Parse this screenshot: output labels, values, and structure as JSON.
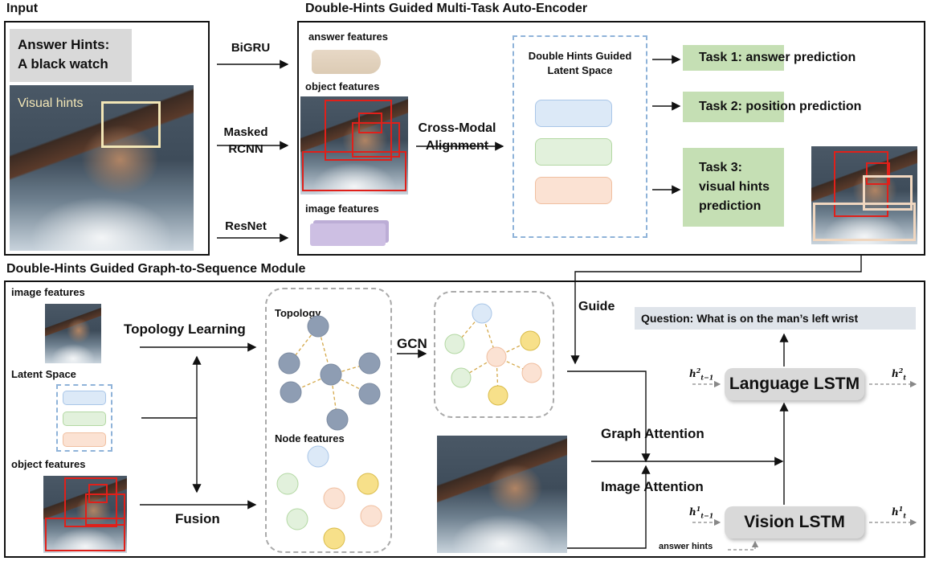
{
  "titles": {
    "input": "Input",
    "autoencoder": "Double-Hints Guided Multi-Task Auto-Encoder",
    "graph2seq": "Double-Hints Guided Graph-to-Sequence Module"
  },
  "input_panel": {
    "answer_hints_title": "Answer Hints:",
    "answer_hints_text": "A black watch",
    "visual_hints": "Visual hints"
  },
  "encoders": {
    "bigru": "BiGRU",
    "masked": "Masked",
    "rcnn": "RCNN",
    "resnet": "ResNet"
  },
  "features": {
    "answer": "answer features",
    "object": "object features",
    "image": "image features"
  },
  "alignment": {
    "line1": "Cross-Modal",
    "line2": "Alignment"
  },
  "latent": {
    "line1": "Double Hints Guided",
    "line2": "Latent Space"
  },
  "tasks": {
    "task1": "Task 1: answer prediction",
    "task2": "Task 2:  position prediction",
    "task3_line1": "Task 3:",
    "task3_line2": "visual hints",
    "task3_line3": "prediction"
  },
  "module": {
    "image_features": "image features",
    "latent_space": "Latent Space",
    "object_features": "object features",
    "topology_learning": "Topology Learning",
    "fusion": "Fusion",
    "topology": "Topology",
    "node_features": "Node features",
    "gcn": "GCN",
    "guide": "Guide",
    "question": "Question: What is on the man’s left wrist",
    "language_lstm": "Language LSTM",
    "vision_lstm": "Vision LSTM",
    "graph_attention": "Graph Attention",
    "image_attention": "Image Attention",
    "answer_hints": "answer hints",
    "h2_prev": "h",
    "h2_prev_sup": "2",
    "h2_prev_sub": "t−1",
    "h2_cur": "h",
    "h2_cur_sup": "2",
    "h2_cur_sub": "t",
    "h1_prev": "h",
    "h1_prev_sup": "1",
    "h1_prev_sub": "t−1",
    "h1_cur": "h",
    "h1_cur_sup": "1",
    "h1_cur_sub": "t"
  },
  "colors": {
    "task_green": "#c5dfb4",
    "latent_blue": "#dce9f7",
    "latent_green": "#e2f1dc",
    "latent_orange": "#fbe2d3",
    "node_gray": "#8e9db3",
    "node_yellow": "#f7e08a",
    "red_box": "#e0201a",
    "dashed_blue": "#8fb3d9"
  }
}
